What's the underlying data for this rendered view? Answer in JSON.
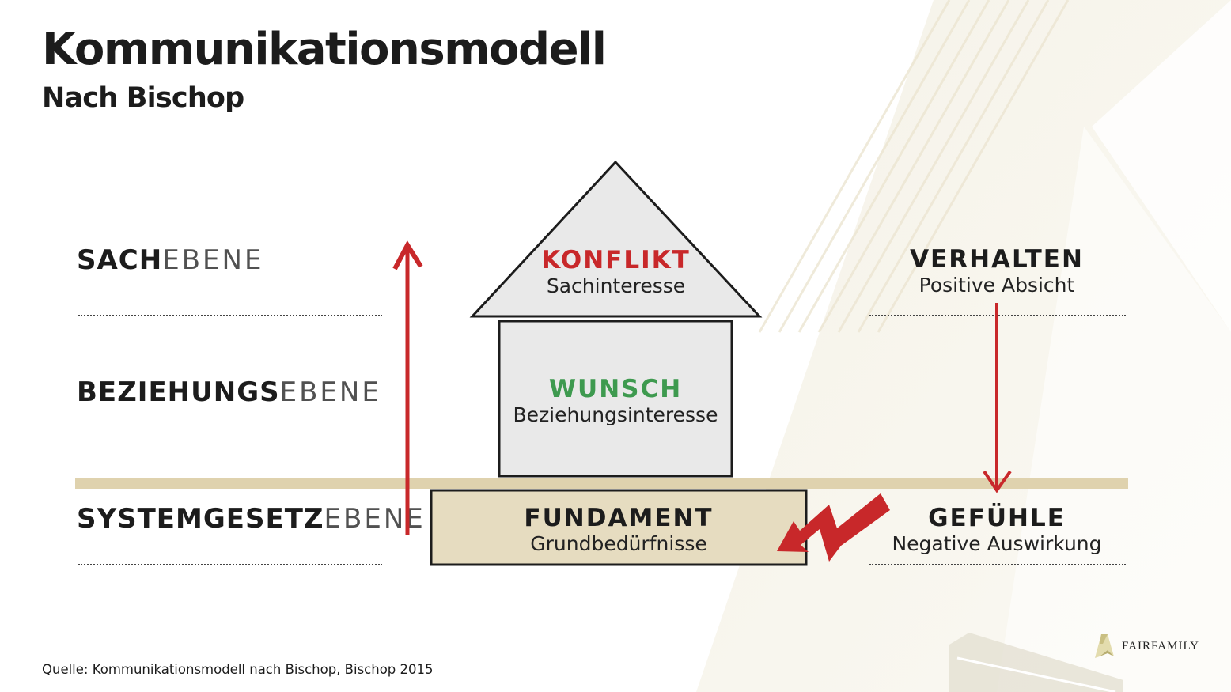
{
  "header": {
    "title": "Kommunikationsmodell",
    "subtitle": "Nach Bischop"
  },
  "levels": [
    {
      "bold": "SACH",
      "light": "EBENE"
    },
    {
      "bold": "BEZIEHUNGS",
      "light": "EBENE"
    },
    {
      "bold": "SYSTEMGESETZ",
      "light": "EBENE"
    }
  ],
  "house": {
    "roof": {
      "head": "KONFLIKT",
      "sub": "Sachinteresse",
      "head_color": "#c8282a"
    },
    "body": {
      "head": "WUNSCH",
      "sub": "Beziehungsinteresse",
      "head_color": "#3e9a4f"
    },
    "foundation": {
      "head": "FUNDAMENT",
      "sub": "Grundbedürfnisse",
      "head_color": "#1c1c1c"
    }
  },
  "right_side": {
    "top": {
      "head": "VERHALTEN",
      "sub": "Positive Absicht"
    },
    "bottom": {
      "head": "GEFÜHLE",
      "sub": "Negative Auswirkung"
    }
  },
  "icons": {
    "up_arrow": "arrow-up-icon",
    "down_arrow": "arrow-down-icon",
    "lightning": "lightning-arrow-icon",
    "logo": "fairfamily-logo-icon"
  },
  "colors": {
    "accent_red": "#c8282a",
    "accent_green": "#3e9a4f",
    "band_beige": "#dfd2ae",
    "house_gray": "#e9e9e9",
    "foundation_beige": "#e6dcc0"
  },
  "footer": {
    "source": "Quelle: Kommunikationsmodell nach Bischop, Bischop 2015",
    "logo_text": "FAIRFAMILY"
  }
}
